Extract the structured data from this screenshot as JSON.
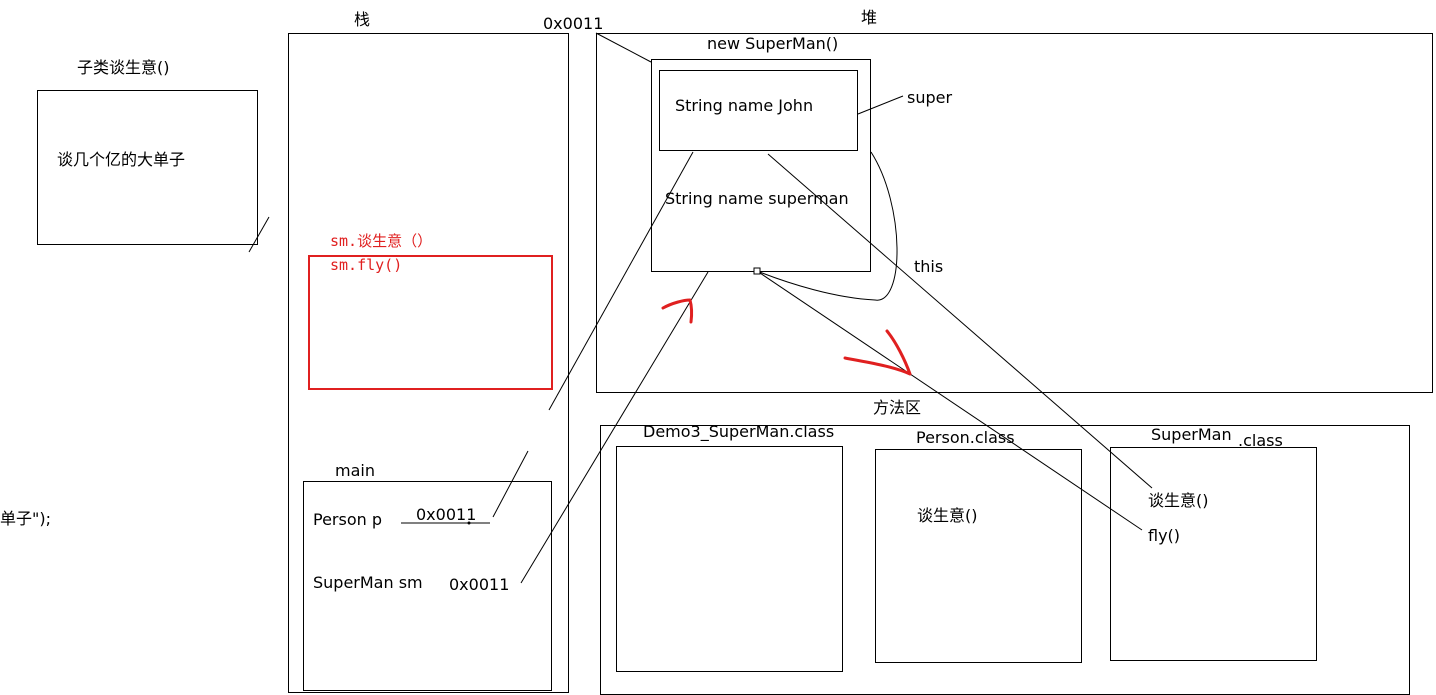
{
  "labels": {
    "zhan": "栈",
    "dui": "堆",
    "fangfaqu": "方法区",
    "heap_addr": "0x0011",
    "new_superman": "new SuperMan()",
    "string_name_john": "String name John",
    "string_name_superman": "String name superman",
    "super": "super",
    "this": "this",
    "subclass_title": "子类谈生意()",
    "subclass_body": "谈几个亿的大单子",
    "edge_fragment": "单子\");",
    "red_call_1": "sm.谈生意（）",
    "red_call_2": "sm.fly()",
    "main": "main",
    "person_p": "Person p",
    "person_p_addr": "0x0011",
    "superman_sm": "SuperMan sm",
    "superman_sm_addr": "0x0011",
    "demo3_class": "Demo3_SuperMan.class",
    "person_class": "Person.class",
    "superman_class_a": "SuperMan",
    "superman_class_b": ".class",
    "person_method": "谈生意()",
    "superman_method_1": "谈生意()",
    "superman_method_2": "fly()"
  },
  "colors": {
    "line": "#000000",
    "annotation": "#e02020"
  }
}
